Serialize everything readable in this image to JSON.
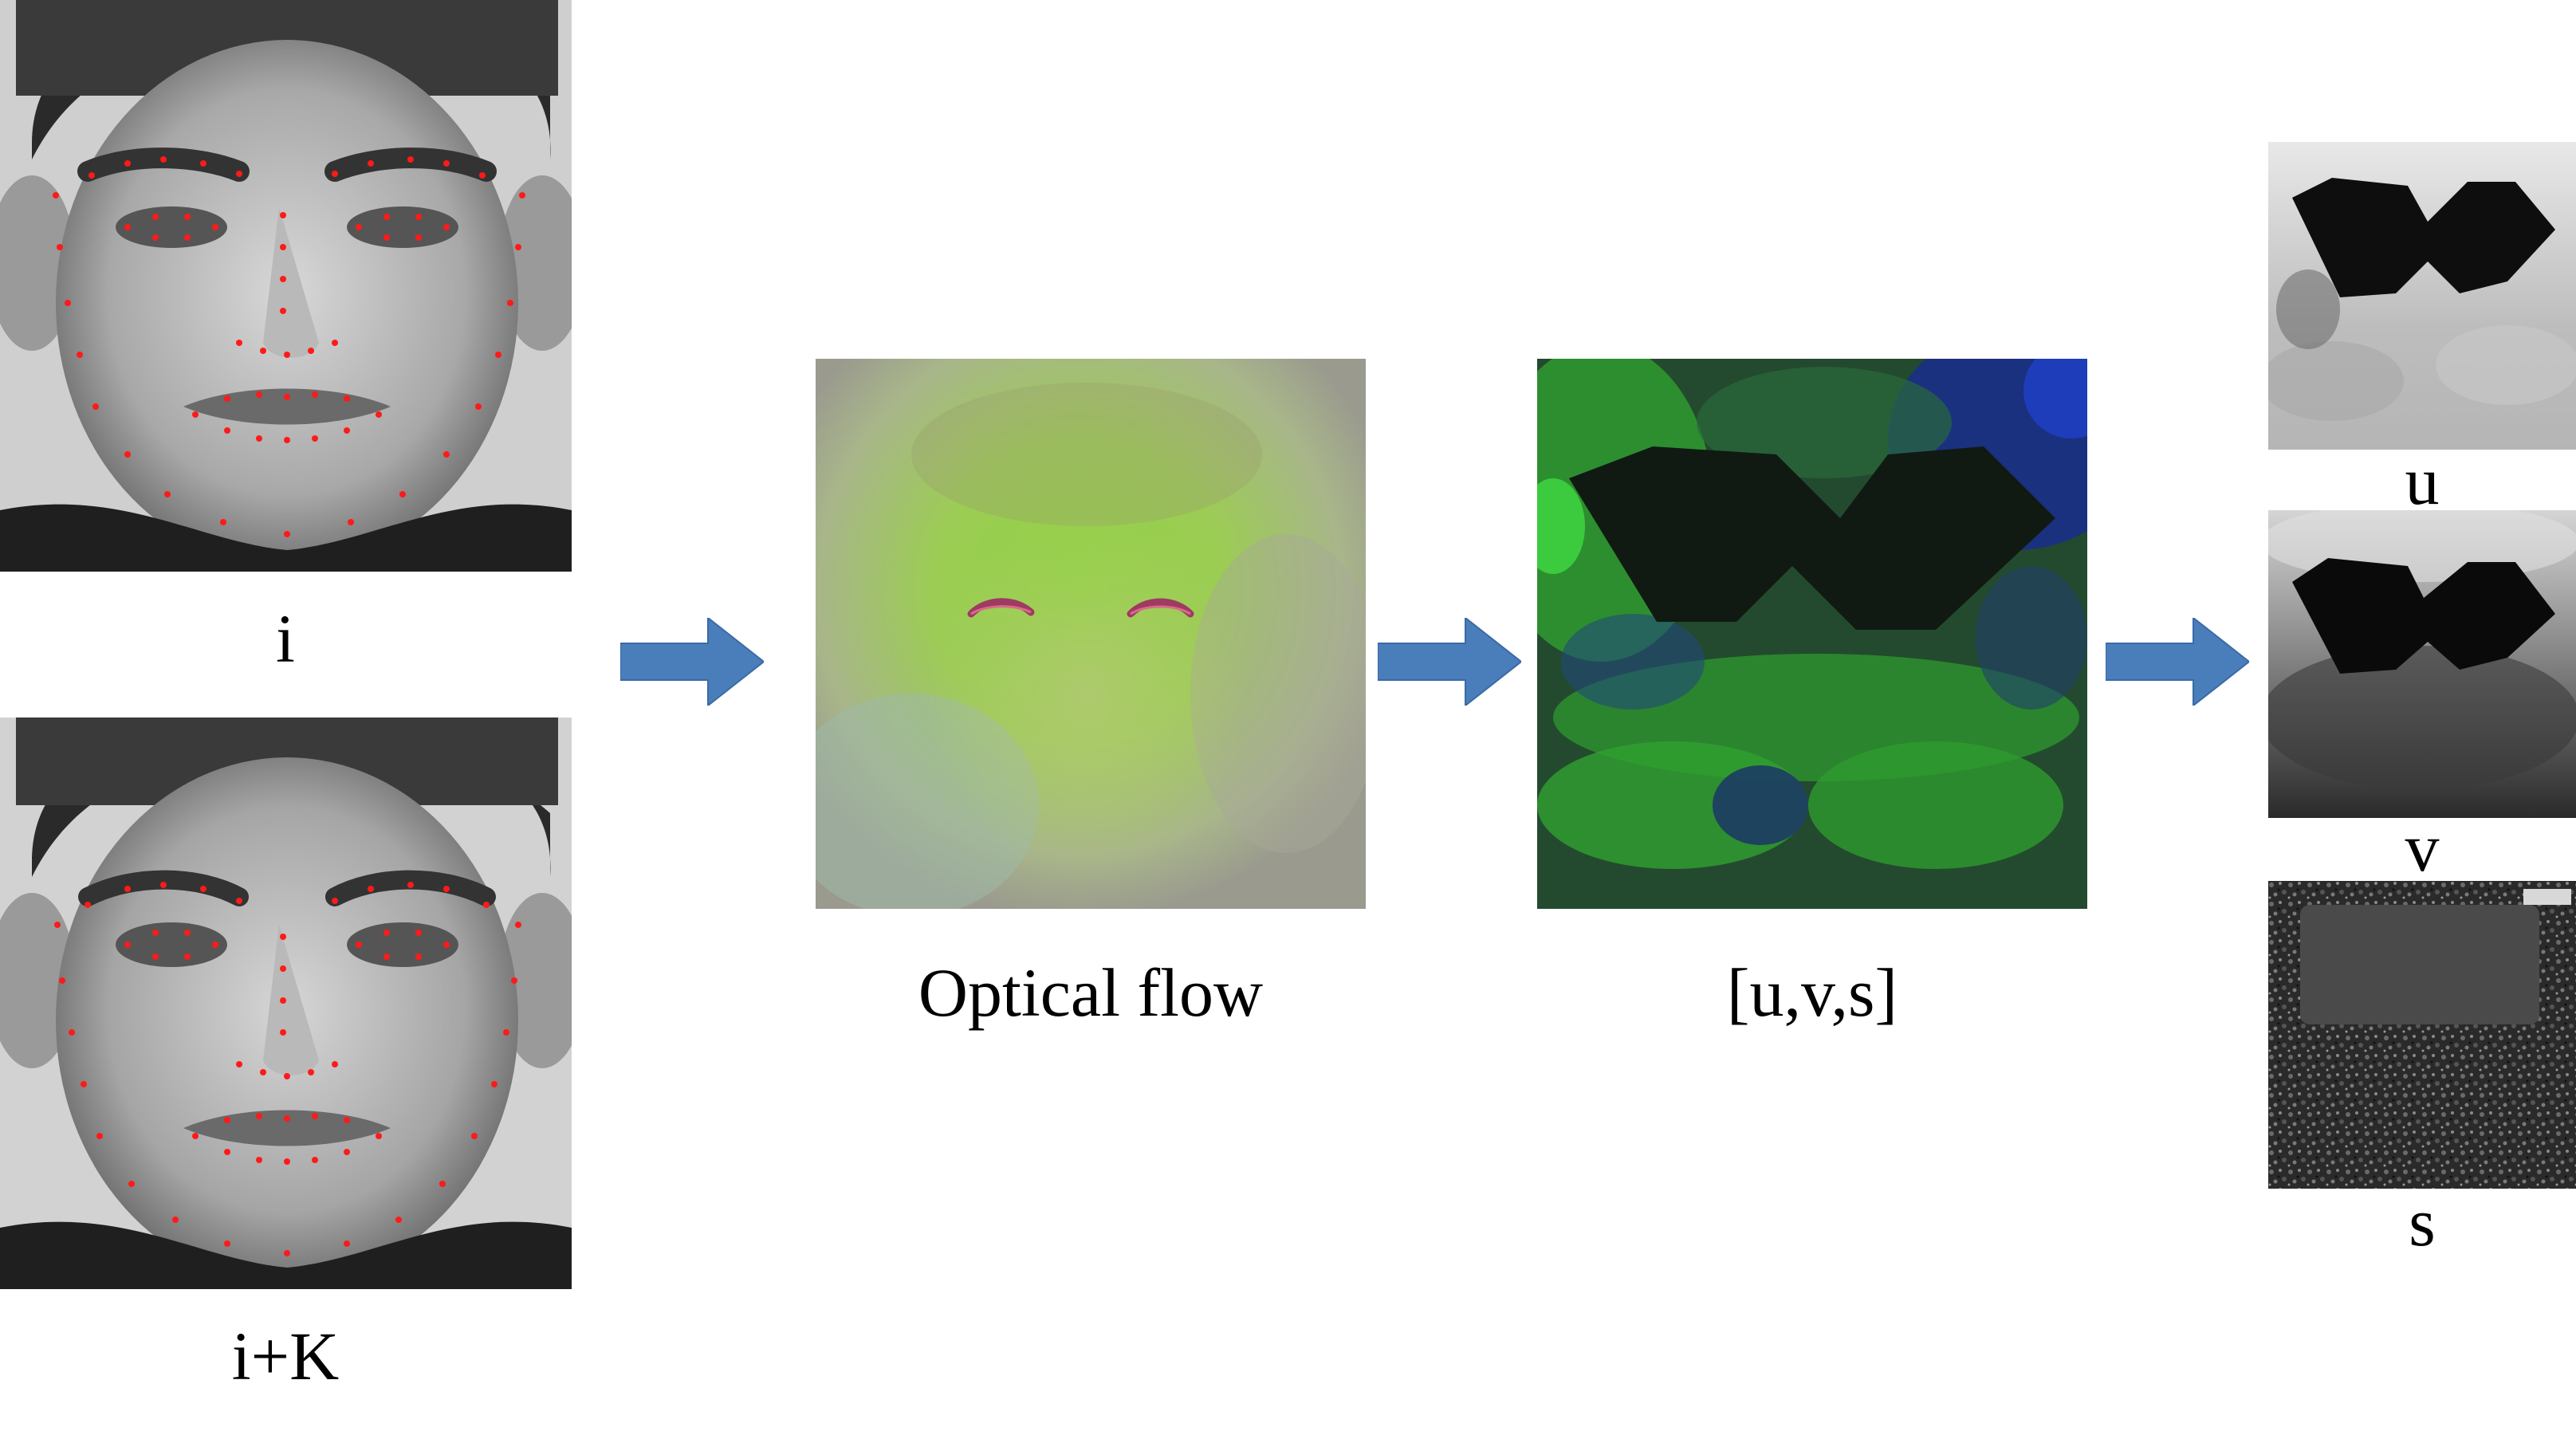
{
  "frames": {
    "frame_i": {
      "label": "i"
    },
    "frame_i_plus_k": {
      "label": "i+K"
    }
  },
  "optical_flow": {
    "label": "Optical flow"
  },
  "uvs_stack": {
    "label": "[u,v,s]"
  },
  "channels": {
    "u": "u",
    "v": "v",
    "s": "s"
  },
  "colors": {
    "arrow": "#4a7ebb",
    "landmark": "#ff1a1a",
    "flow_green": "#8ed048",
    "stack_green": "#2f9a2f",
    "stack_blue": "#1a2f8a"
  }
}
